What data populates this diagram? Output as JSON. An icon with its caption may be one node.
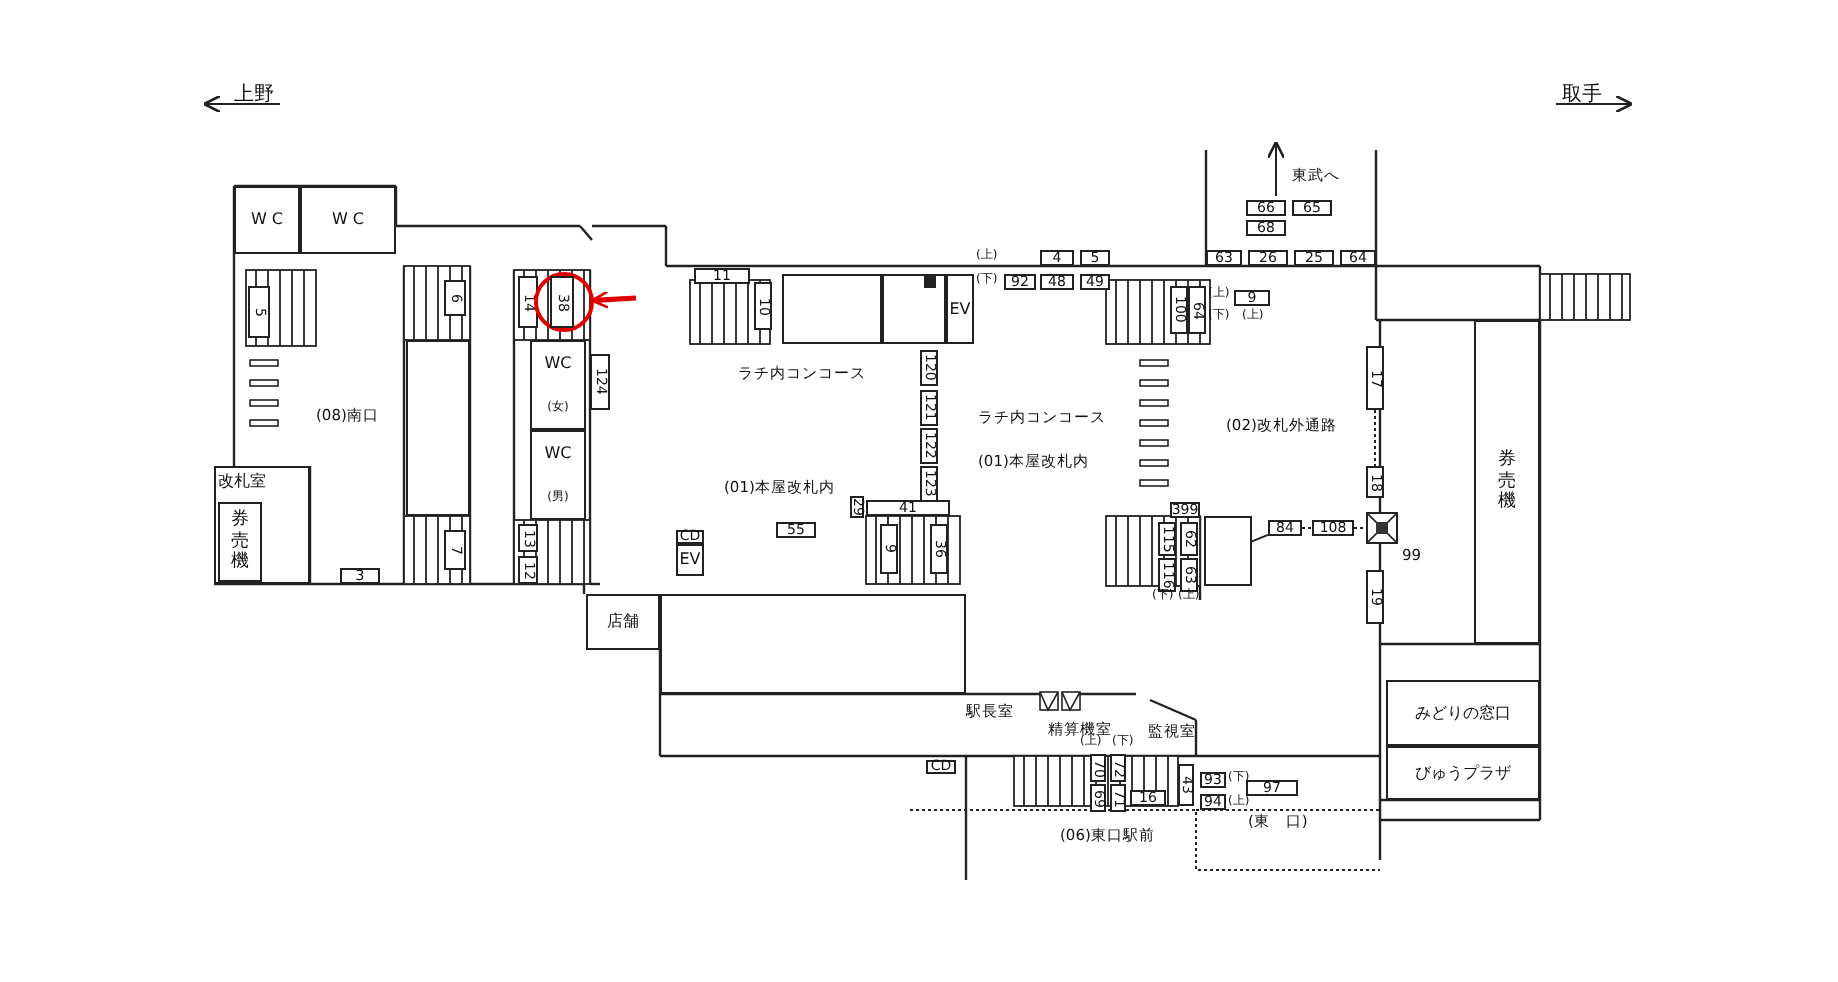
{
  "diagram": {
    "nodes": [
      {
        "text": [
          "W C"
        ]
      },
      {
        "text": [
          "W C"
        ]
      },
      {
        "text": [
          "5"
        ]
      },
      {
        "text": [
          "改札室"
        ]
      },
      {
        "text": [
          "券売機"
        ],
        "in": 3
      },
      {
        "text": [
          "3"
        ]
      },
      {
        "text": [
          "6"
        ]
      },
      {
        "text": [],
        "shape": "box"
      },
      {
        "text": [
          "7"
        ]
      },
      {
        "text": [
          "14"
        ]
      },
      {
        "text": [],
        "shape": "circle"
      },
      {
        "text": [
          "38"
        ],
        "in": 10
      },
      {
        "text": [
          "WC",
          "(女)"
        ]
      },
      {
        "text": [
          "124"
        ]
      },
      {
        "text": [
          "WC",
          "(男)"
        ]
      },
      {
        "text": [
          "13"
        ]
      },
      {
        "text": [
          "12"
        ]
      },
      {
        "text": [
          "11"
        ]
      },
      {
        "text": [
          "10"
        ]
      },
      {
        "text": [],
        "shape": "box"
      },
      {
        "text": [],
        "shape": "box"
      },
      {
        "text": [
          "EV"
        ]
      },
      {
        "text": [
          "4"
        ]
      },
      {
        "text": [
          "5"
        ]
      },
      {
        "text": [
          "92"
        ]
      },
      {
        "text": [
          "48"
        ]
      },
      {
        "text": [
          "49"
        ]
      },
      {
        "text": [
          "100"
        ]
      },
      {
        "text": [
          "64"
        ]
      },
      {
        "text": [
          "66"
        ]
      },
      {
        "text": [
          "65"
        ]
      },
      {
        "text": [
          "68"
        ]
      },
      {
        "text": [
          "63"
        ]
      },
      {
        "text": [
          "26"
        ]
      },
      {
        "text": [
          "25"
        ]
      },
      {
        "text": [
          "64"
        ]
      },
      {
        "text": [
          "9"
        ]
      },
      {
        "text": [
          "120"
        ]
      },
      {
        "text": [
          "121"
        ]
      },
      {
        "text": [
          "122"
        ]
      },
      {
        "text": [
          "123"
        ]
      },
      {
        "text": [
          "29"
        ]
      },
      {
        "text": [
          "41"
        ]
      },
      {
        "text": [
          "9"
        ]
      },
      {
        "text": [
          "36"
        ]
      },
      {
        "text": [
          "55"
        ]
      },
      {
        "text": [
          "CD"
        ]
      },
      {
        "text": [
          "EV"
        ]
      },
      {
        "text": [
          "399"
        ]
      },
      {
        "text": [
          "115"
        ]
      },
      {
        "text": [
          "116"
        ]
      },
      {
        "text": [
          "62"
        ]
      },
      {
        "text": [
          "63"
        ]
      },
      {
        "text": [],
        "shape": "box"
      },
      {
        "text": [
          "84"
        ]
      },
      {
        "text": [
          "108"
        ]
      },
      {
        "text": [],
        "shape": "box",
        "beside": [
          "99"
        ]
      },
      {
        "text": [
          "17"
        ]
      },
      {
        "text": [
          "18"
        ]
      },
      {
        "text": [
          "19"
        ]
      },
      {
        "text": [
          "券売機"
        ]
      },
      {
        "text": [
          "みどりの窓口"
        ]
      },
      {
        "text": [
          "びゅうプラザ"
        ]
      },
      {
        "text": [
          "店舗"
        ]
      },
      {
        "text": [],
        "shape": "box"
      },
      {
        "text": [
          "CD"
        ]
      },
      {
        "text": [
          "70"
        ]
      },
      {
        "text": [
          "72"
        ]
      },
      {
        "text": [
          "69"
        ]
      },
      {
        "text": [
          "71"
        ]
      },
      {
        "text": [
          "16"
        ]
      },
      {
        "text": [
          "43"
        ]
      },
      {
        "text": [
          "93"
        ]
      },
      {
        "text": [
          "94"
        ]
      },
      {
        "text": [
          "97"
        ]
      }
    ],
    "edges": [
      {
        "from": null,
        "to": 10,
        "arrow": "to",
        "style": "thick",
        "color": "#e00000"
      },
      {
        "from": 53,
        "to": 54,
        "arrow": "none"
      },
      {
        "from": 54,
        "to": 55,
        "arrow": "none",
        "style": "dashed"
      },
      {
        "from": 55,
        "to": 56,
        "arrow": "none",
        "style": "dashed"
      },
      {
        "from": 57,
        "to": 58,
        "arrow": "none",
        "style": "dashed"
      }
    ],
    "labels": [
      "上野",
      "取手",
      "東武へ",
      "(08)南口",
      "ラチ内コンコース",
      "(上)",
      "(下)",
      "(上)",
      "(下)",
      "(上)",
      "ラチ内コンコース",
      "(01)本屋改札内",
      "(02)改札外通路",
      "(01)本屋改札内",
      "(下)",
      "(上)",
      "駅長室",
      "精算機室",
      "監視室",
      "(上)",
      "(下)",
      "(下)",
      "(上)",
      "(東　口)",
      "(06)東口駅前"
    ]
  }
}
